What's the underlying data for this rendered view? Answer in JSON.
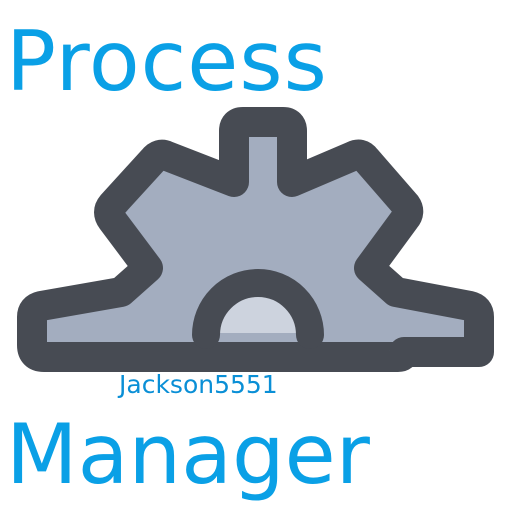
{
  "logo": {
    "title_line1": "Process",
    "title_line2": "Manager",
    "author": "Jackson5551",
    "icon": "gear-icon"
  },
  "colors": {
    "title_text": "#0aa0e6",
    "author_text": "#0a8fd6",
    "gear_outline": "#474b53",
    "gear_fill": "#a3adbf",
    "gear_hub": "#cdd3de",
    "background": "#ffffff"
  }
}
